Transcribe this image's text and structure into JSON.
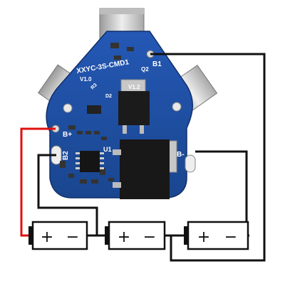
{
  "board": {
    "model_label": "XXYC-3S-CMD1",
    "version_label": "V1.0",
    "pcb_version_label": "V1.2",
    "chip_label": "U1",
    "mosfet_label": "D2",
    "q_label": "Q2",
    "r_label": "R3"
  },
  "pads": {
    "b_plus": "B+",
    "b_minus": "B-",
    "b1": "B1",
    "b2": "B2"
  },
  "batteries": [
    {
      "plus": "+",
      "minus": "−"
    },
    {
      "plus": "+",
      "minus": "−"
    },
    {
      "plus": "+",
      "minus": "−"
    }
  ],
  "colors": {
    "pcb": "#1d4fa8",
    "pcb_dark": "#163d86",
    "wire_red": "#e01010",
    "wire_black": "#111111",
    "metal": "#c9c9c9"
  }
}
